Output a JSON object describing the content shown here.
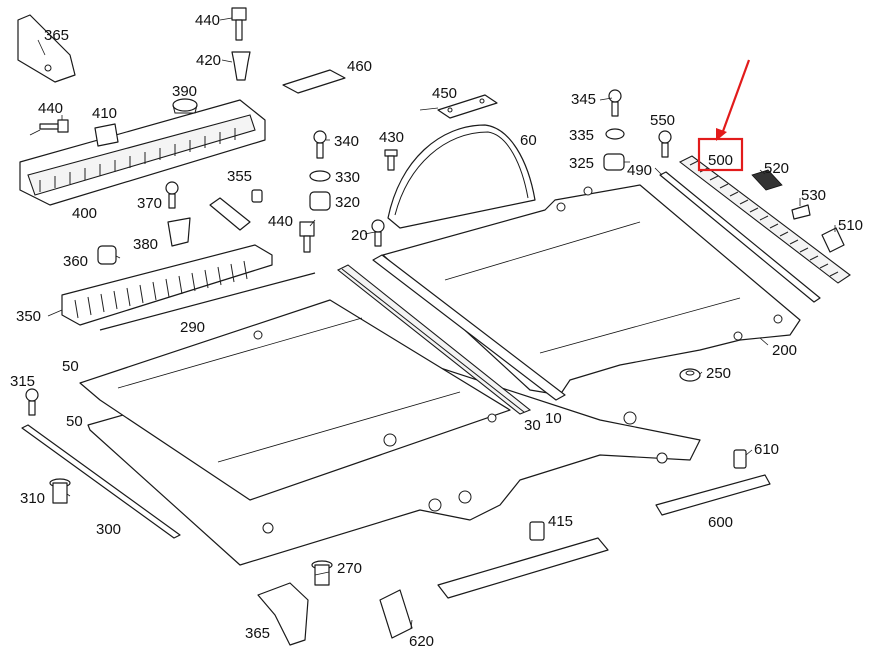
{
  "callouts": [
    {
      "key": "c365a",
      "label": "365"
    },
    {
      "key": "c440a",
      "label": "440"
    },
    {
      "key": "c420",
      "label": "420"
    },
    {
      "key": "c460",
      "label": "460"
    },
    {
      "key": "c390",
      "label": "390"
    },
    {
      "key": "c440b",
      "label": "440"
    },
    {
      "key": "c410",
      "label": "410"
    },
    {
      "key": "c400",
      "label": "400"
    },
    {
      "key": "c450",
      "label": "450"
    },
    {
      "key": "c345",
      "label": "345"
    },
    {
      "key": "c340",
      "label": "340"
    },
    {
      "key": "c430",
      "label": "430"
    },
    {
      "key": "c60",
      "label": "60"
    },
    {
      "key": "c335",
      "label": "335"
    },
    {
      "key": "c550",
      "label": "550"
    },
    {
      "key": "c325",
      "label": "325"
    },
    {
      "key": "c490",
      "label": "490"
    },
    {
      "key": "c500",
      "label": "500"
    },
    {
      "key": "c520",
      "label": "520"
    },
    {
      "key": "c330",
      "label": "330"
    },
    {
      "key": "c320",
      "label": "320"
    },
    {
      "key": "c355",
      "label": "355"
    },
    {
      "key": "c370",
      "label": "370"
    },
    {
      "key": "c530",
      "label": "530"
    },
    {
      "key": "c510",
      "label": "510"
    },
    {
      "key": "c20",
      "label": "20"
    },
    {
      "key": "c440c",
      "label": "440"
    },
    {
      "key": "c380",
      "label": "380"
    },
    {
      "key": "c360",
      "label": "360"
    },
    {
      "key": "c350",
      "label": "350"
    },
    {
      "key": "c290",
      "label": "290"
    },
    {
      "key": "c200",
      "label": "200"
    },
    {
      "key": "c50a",
      "label": "50"
    },
    {
      "key": "c250",
      "label": "250"
    },
    {
      "key": "c315",
      "label": "315"
    },
    {
      "key": "c50b",
      "label": "50"
    },
    {
      "key": "c30",
      "label": "30"
    },
    {
      "key": "c10",
      "label": "10"
    },
    {
      "key": "c610",
      "label": "610"
    },
    {
      "key": "c310",
      "label": "310"
    },
    {
      "key": "c300",
      "label": "300"
    },
    {
      "key": "c600",
      "label": "600"
    },
    {
      "key": "c415",
      "label": "415"
    },
    {
      "key": "c270",
      "label": "270"
    },
    {
      "key": "c365b",
      "label": "365"
    },
    {
      "key": "c620",
      "label": "620"
    }
  ],
  "highlight": {
    "callout": "500",
    "color": "#e21b1b"
  }
}
